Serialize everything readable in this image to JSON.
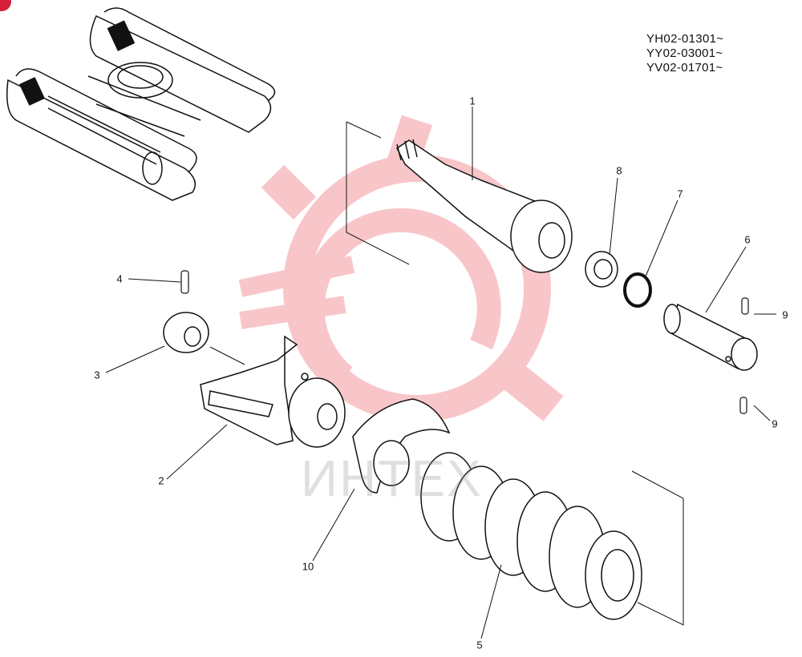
{
  "serial_numbers": [
    "YH02-01301~",
    "YY02-03001~",
    "YV02-01701~"
  ],
  "callouts": {
    "c1": "1",
    "c2": "2",
    "c3": "3",
    "c4": "4",
    "c5": "5",
    "c6": "6",
    "c7": "7",
    "c8": "8",
    "c9a": "9",
    "c9b": "9",
    "c10": "10"
  },
  "watermark": {
    "text": "ИНТЕХ",
    "icon": "gear-icon",
    "color": "#f3a3a8"
  },
  "colors": {
    "line": "#111111",
    "badge": "#d61f3a"
  }
}
